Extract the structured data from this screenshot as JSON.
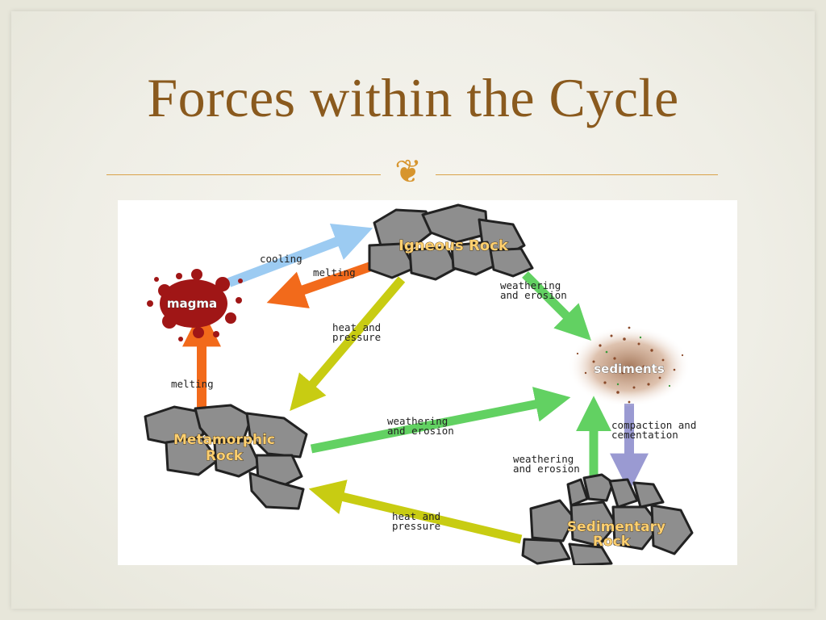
{
  "slide": {
    "title": "Forces within the Cycle",
    "ornament_glyph": "❦",
    "accent_color": "#8a5a1e",
    "ornament_color": "#d7952e"
  },
  "diagram": {
    "nodes": {
      "igneous": "Igneous Rock",
      "magma": "magma",
      "sediments": "sediments",
      "metamorphic_line1": "Metamorphic",
      "metamorphic_line2": "Rock",
      "sedimentary_line1": "Sedimentary",
      "sedimentary_line2": "Rock"
    },
    "arrows": {
      "cooling": "cooling",
      "melting_igneous": "melting",
      "melting_metamorphic": "melting",
      "heat_pressure_igneous_1": "heat and",
      "heat_pressure_igneous_2": "pressure",
      "weathering_igneous_1": "weathering",
      "weathering_igneous_2": "and erosion",
      "weathering_metamorphic_1": "weathering",
      "weathering_metamorphic_2": "and erosion",
      "compaction_1": "compaction and",
      "compaction_2": "cementation",
      "weathering_sedimentary_1": "weathering",
      "weathering_sedimentary_2": "and erosion",
      "heat_pressure_sedimentary_1": "heat and",
      "heat_pressure_sedimentary_2": "pressure"
    },
    "colors": {
      "cooling": "#9ccbf2",
      "melting": "#f26a1b",
      "heat_pressure": "#c8cc12",
      "weathering": "#62d162",
      "compaction": "#9a9ad2",
      "magma": "#a01616",
      "rock": "#8e8e8e"
    }
  }
}
